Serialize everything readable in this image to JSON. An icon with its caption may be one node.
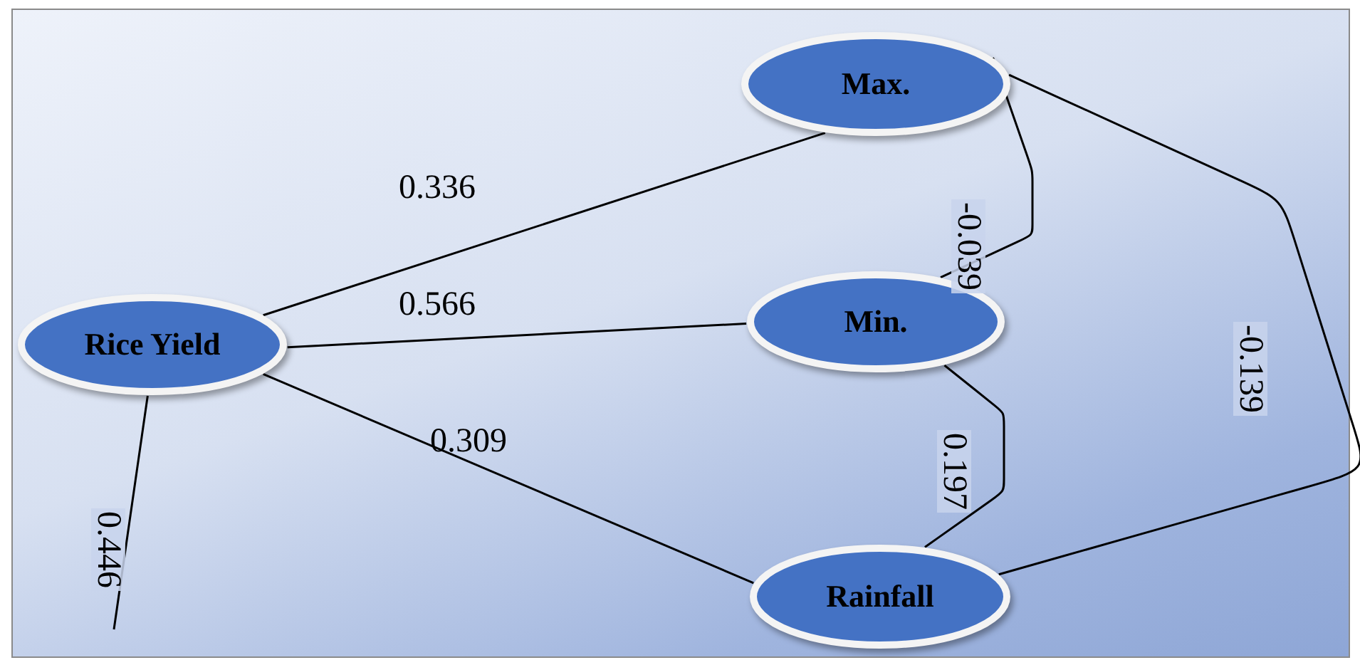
{
  "diagram": {
    "nodes": [
      {
        "text": [
          "Rice Yield"
        ]
      },
      {
        "text": [
          "Max."
        ]
      },
      {
        "text": [
          "Min."
        ]
      },
      {
        "text": [
          "Rainfall"
        ]
      }
    ],
    "edges": [
      {
        "from": 0,
        "to": 1,
        "arrow": "none",
        "label": "0.336"
      },
      {
        "from": 0,
        "to": 2,
        "arrow": "none",
        "label": "0.566"
      },
      {
        "from": 0,
        "to": 3,
        "arrow": "none",
        "label": "0.309"
      },
      {
        "from": 1,
        "to": 2,
        "arrow": "none",
        "label": "-0.039"
      },
      {
        "from": 1,
        "to": 3,
        "arrow": "none",
        "label": "-0.139"
      },
      {
        "from": 2,
        "to": 3,
        "arrow": "none",
        "label": "0.197"
      },
      {
        "from": 0,
        "to": null,
        "arrow": "none",
        "label": "0.446"
      }
    ]
  }
}
